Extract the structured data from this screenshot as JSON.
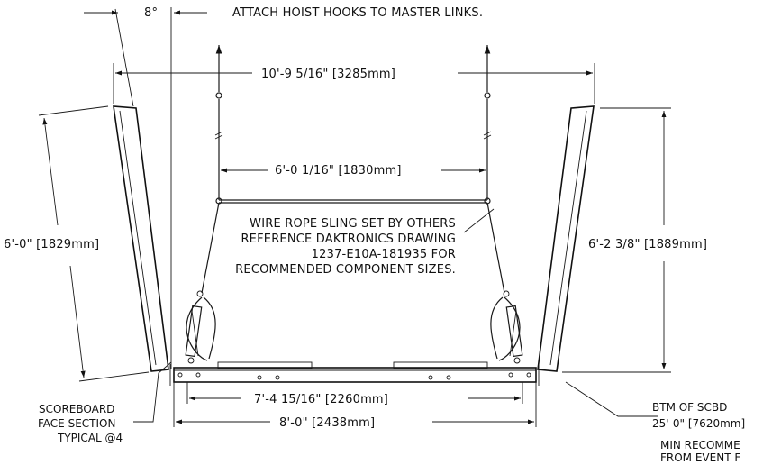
{
  "drawing": {
    "angle_label": "8°",
    "hoist_note": "ATTACH HOIST HOOKS TO MASTER LINKS.",
    "dim_overall_width": "10'-9 5/16\" [3285mm]",
    "dim_sling_spread": "6'-0 1/16\" [1830mm]",
    "dim_left_height": "6'-0\" [1829mm]",
    "dim_right_height": "6'-2 3/8\" [1889mm]",
    "sling_note": [
      "WIRE ROPE SLING SET BY OTHERS",
      "REFERENCE DAKTRONICS DRAWING",
      "1237-E10A-181935 FOR",
      "RECOMMENDED COMPONENT SIZES."
    ],
    "dim_inner_frame": "7'-4 15/16\" [2260mm]",
    "dim_outer_frame": "8'-0\" [2438mm]",
    "face_section_note": [
      "SCOREBOARD",
      "FACE SECTION",
      "TYPICAL @4"
    ],
    "bottom_note": [
      "BTM OF SCBD",
      "25'-0\" [7620mm]"
    ],
    "clearance_note": [
      "MIN RECOMME",
      "FROM EVENT F"
    ]
  }
}
